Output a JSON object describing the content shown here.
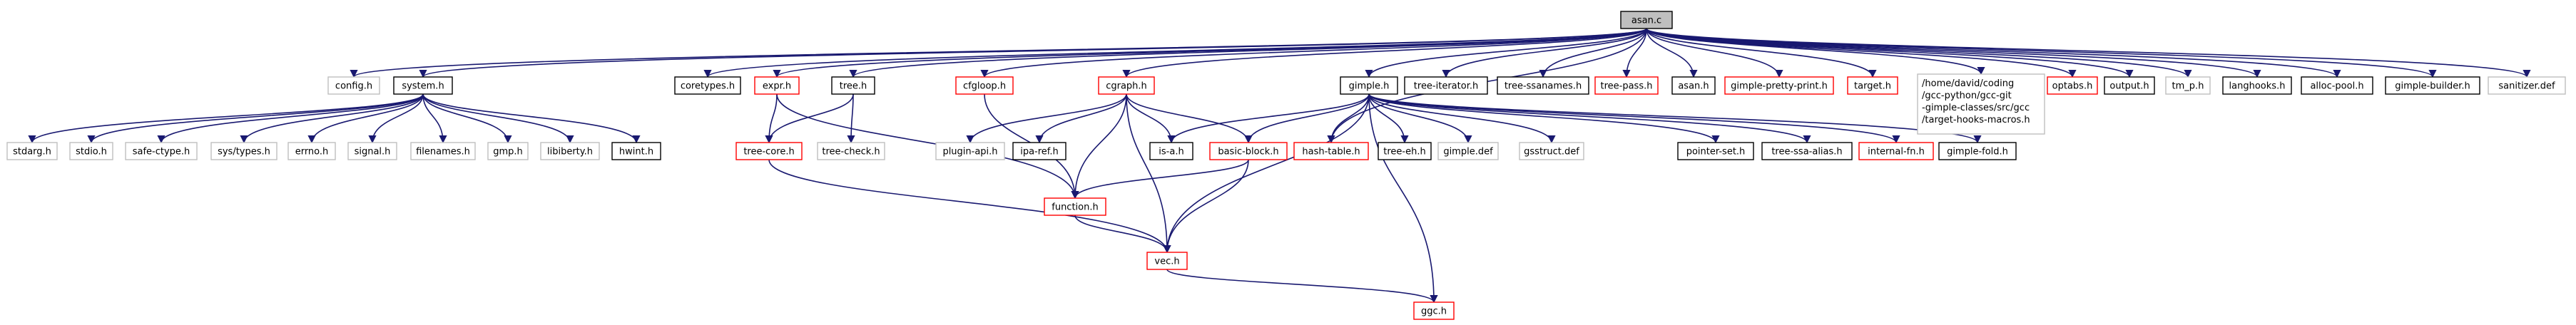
{
  "style": {
    "edge_color": "#191970",
    "border_black": "#000000",
    "border_red": "#ff0000",
    "border_gray": "#bfbfbf",
    "root_fill": "#bfbfbf",
    "node_fill": "#ffffff"
  },
  "nodes": [
    {
      "id": "asan_c",
      "label": "asan.c",
      "border": "black",
      "fill": "root"
    },
    {
      "id": "config_h",
      "label": "config.h",
      "border": "gray"
    },
    {
      "id": "system_h",
      "label": "system.h",
      "border": "black"
    },
    {
      "id": "coretypes_h",
      "label": "coretypes.h",
      "border": "black"
    },
    {
      "id": "expr_h",
      "label": "expr.h",
      "border": "red"
    },
    {
      "id": "tree_h",
      "label": "tree.h",
      "border": "black"
    },
    {
      "id": "cfgloop_h",
      "label": "cfgloop.h",
      "border": "red"
    },
    {
      "id": "cgraph_h",
      "label": "cgraph.h",
      "border": "red"
    },
    {
      "id": "gimple_h",
      "label": "gimple.h",
      "border": "black"
    },
    {
      "id": "tree_iterator_h",
      "label": "tree-iterator.h",
      "border": "black"
    },
    {
      "id": "tree_ssanames_h",
      "label": "tree-ssanames.h",
      "border": "black"
    },
    {
      "id": "tree_pass_h",
      "label": "tree-pass.h",
      "border": "red"
    },
    {
      "id": "asan_h",
      "label": "asan.h",
      "border": "black"
    },
    {
      "id": "gimple_pretty_print_h",
      "label": "gimple-pretty-print.h",
      "border": "red"
    },
    {
      "id": "target_h",
      "label": "target.h",
      "border": "red"
    },
    {
      "id": "target_hooks_macros_h",
      "label": "/home/david/coding\n/gcc-python/gcc-git\n-gimple-classes/src/gcc\n/target-hooks-macros.h",
      "border": "gray"
    },
    {
      "id": "optabs_h",
      "label": "optabs.h",
      "border": "red"
    },
    {
      "id": "output_h",
      "label": "output.h",
      "border": "black"
    },
    {
      "id": "tm_p_h",
      "label": "tm_p.h",
      "border": "gray"
    },
    {
      "id": "langhooks_h",
      "label": "langhooks.h",
      "border": "black"
    },
    {
      "id": "alloc_pool_h",
      "label": "alloc-pool.h",
      "border": "black"
    },
    {
      "id": "gimple_builder_h",
      "label": "gimple-builder.h",
      "border": "black"
    },
    {
      "id": "sanitizer_def",
      "label": "sanitizer.def",
      "border": "gray"
    },
    {
      "id": "stdarg_h",
      "label": "stdarg.h",
      "border": "gray"
    },
    {
      "id": "stdio_h",
      "label": "stdio.h",
      "border": "gray"
    },
    {
      "id": "safe_ctype_h",
      "label": "safe-ctype.h",
      "border": "gray"
    },
    {
      "id": "sys_types_h",
      "label": "sys/types.h",
      "border": "gray"
    },
    {
      "id": "errno_h",
      "label": "errno.h",
      "border": "gray"
    },
    {
      "id": "signal_h",
      "label": "signal.h",
      "border": "gray"
    },
    {
      "id": "filenames_h",
      "label": "filenames.h",
      "border": "gray"
    },
    {
      "id": "gmp_h",
      "label": "gmp.h",
      "border": "gray"
    },
    {
      "id": "libiberty_h",
      "label": "libiberty.h",
      "border": "gray"
    },
    {
      "id": "hwint_h",
      "label": "hwint.h",
      "border": "black"
    },
    {
      "id": "tree_core_h",
      "label": "tree-core.h",
      "border": "red"
    },
    {
      "id": "tree_check_h",
      "label": "tree-check.h",
      "border": "gray"
    },
    {
      "id": "plugin_api_h",
      "label": "plugin-api.h",
      "border": "gray"
    },
    {
      "id": "ipa_ref_h",
      "label": "ipa-ref.h",
      "border": "black"
    },
    {
      "id": "is_a_h",
      "label": "is-a.h",
      "border": "black"
    },
    {
      "id": "basic_block_h",
      "label": "basic-block.h",
      "border": "red"
    },
    {
      "id": "hash_table_h",
      "label": "hash-table.h",
      "border": "red"
    },
    {
      "id": "tree_eh_h",
      "label": "tree-eh.h",
      "border": "black"
    },
    {
      "id": "gimple_def",
      "label": "gimple.def",
      "border": "gray"
    },
    {
      "id": "gsstruct_def",
      "label": "gsstruct.def",
      "border": "gray"
    },
    {
      "id": "pointer_set_h",
      "label": "pointer-set.h",
      "border": "black"
    },
    {
      "id": "tree_ssa_alias_h",
      "label": "tree-ssa-alias.h",
      "border": "black"
    },
    {
      "id": "internal_fn_h",
      "label": "internal-fn.h",
      "border": "red"
    },
    {
      "id": "gimple_fold_h",
      "label": "gimple-fold.h",
      "border": "black"
    },
    {
      "id": "function_h",
      "label": "function.h",
      "border": "red"
    },
    {
      "id": "vec_h",
      "label": "vec.h",
      "border": "red"
    },
    {
      "id": "ggc_h",
      "label": "ggc.h",
      "border": "red"
    }
  ],
  "edges": [
    [
      "asan_c",
      "config_h"
    ],
    [
      "asan_c",
      "system_h"
    ],
    [
      "asan_c",
      "coretypes_h"
    ],
    [
      "asan_c",
      "expr_h"
    ],
    [
      "asan_c",
      "tree_h"
    ],
    [
      "asan_c",
      "cfgloop_h"
    ],
    [
      "asan_c",
      "cgraph_h"
    ],
    [
      "asan_c",
      "gimple_h"
    ],
    [
      "asan_c",
      "tree_iterator_h"
    ],
    [
      "asan_c",
      "tree_ssanames_h"
    ],
    [
      "asan_c",
      "tree_pass_h"
    ],
    [
      "asan_c",
      "asan_h"
    ],
    [
      "asan_c",
      "gimple_pretty_print_h"
    ],
    [
      "asan_c",
      "target_h"
    ],
    [
      "asan_c",
      "target_hooks_macros_h"
    ],
    [
      "asan_c",
      "optabs_h"
    ],
    [
      "asan_c",
      "output_h"
    ],
    [
      "asan_c",
      "tm_p_h"
    ],
    [
      "asan_c",
      "langhooks_h"
    ],
    [
      "asan_c",
      "alloc_pool_h"
    ],
    [
      "asan_c",
      "gimple_builder_h"
    ],
    [
      "asan_c",
      "sanitizer_def"
    ],
    [
      "asan_c",
      "hash_table_h"
    ],
    [
      "system_h",
      "stdarg_h"
    ],
    [
      "system_h",
      "stdio_h"
    ],
    [
      "system_h",
      "safe_ctype_h"
    ],
    [
      "system_h",
      "sys_types_h"
    ],
    [
      "system_h",
      "errno_h"
    ],
    [
      "system_h",
      "signal_h"
    ],
    [
      "system_h",
      "filenames_h"
    ],
    [
      "system_h",
      "gmp_h"
    ],
    [
      "system_h",
      "libiberty_h"
    ],
    [
      "system_h",
      "hwint_h"
    ],
    [
      "expr_h",
      "tree_core_h"
    ],
    [
      "expr_h",
      "function_h"
    ],
    [
      "tree_h",
      "tree_core_h"
    ],
    [
      "tree_h",
      "tree_check_h"
    ],
    [
      "cfgloop_h",
      "function_h"
    ],
    [
      "cgraph_h",
      "plugin_api_h"
    ],
    [
      "cgraph_h",
      "ipa_ref_h"
    ],
    [
      "cgraph_h",
      "is_a_h"
    ],
    [
      "cgraph_h",
      "basic_block_h"
    ],
    [
      "cgraph_h",
      "function_h"
    ],
    [
      "cgraph_h",
      "vec_h"
    ],
    [
      "gimple_h",
      "is_a_h"
    ],
    [
      "gimple_h",
      "basic_block_h"
    ],
    [
      "gimple_h",
      "hash_table_h"
    ],
    [
      "gimple_h",
      "tree_eh_h"
    ],
    [
      "gimple_h",
      "gimple_def"
    ],
    [
      "gimple_h",
      "gsstruct_def"
    ],
    [
      "gimple_h",
      "pointer_set_h"
    ],
    [
      "gimple_h",
      "tree_ssa_alias_h"
    ],
    [
      "gimple_h",
      "internal_fn_h"
    ],
    [
      "gimple_h",
      "gimple_fold_h"
    ],
    [
      "gimple_h",
      "vec_h"
    ],
    [
      "gimple_h",
      "ggc_h"
    ],
    [
      "tree_core_h",
      "vec_h"
    ],
    [
      "basic_block_h",
      "function_h"
    ],
    [
      "basic_block_h",
      "vec_h"
    ],
    [
      "function_h",
      "vec_h"
    ],
    [
      "vec_h",
      "ggc_h"
    ]
  ]
}
